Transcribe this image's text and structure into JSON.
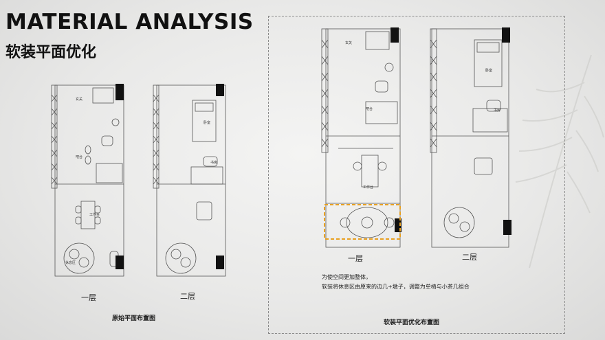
{
  "header": {
    "title_en": "MATERIAL ANALYSIS",
    "title_cn": "软装平面优化"
  },
  "original": {
    "caption": "原始平面布置图",
    "plans": [
      {
        "floor_label": "一层",
        "room_labels": [
          "玄关",
          "吧台",
          "工作台",
          "休息区"
        ]
      },
      {
        "floor_label": "二层",
        "room_labels": [
          "卧室",
          "书房"
        ]
      }
    ]
  },
  "optimized": {
    "caption": "软装平面优化布置图",
    "plans": [
      {
        "floor_label": "一层",
        "room_labels": [
          "玄关",
          "吧台",
          "工作台"
        ]
      },
      {
        "floor_label": "二层",
        "room_labels": [
          "卧室",
          "书房"
        ]
      }
    ],
    "description": [
      "为使空间更加整体，",
      "软装将休息区由原来的边几+墩子，调整为单椅与小茶几组合"
    ]
  },
  "colors": {
    "highlight": "#e8a020",
    "line": "#555555",
    "fill_dark": "#111111"
  }
}
